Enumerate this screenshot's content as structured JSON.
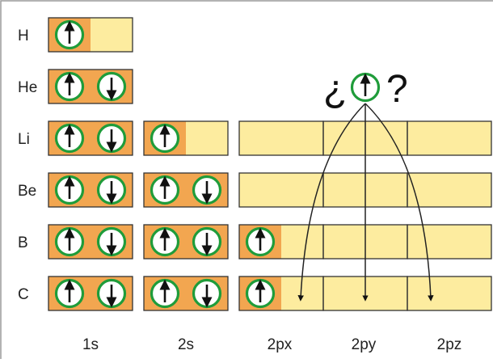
{
  "colors": {
    "frame": "#9a9a9a",
    "box_fill": "#fdec9f",
    "box_filled": "#f2a650",
    "box_stroke": "#333333",
    "circle_stroke": "#1f9c3a",
    "circle_fill": "#ffffff",
    "arrow": "#111111"
  },
  "question": {
    "open_mark": "¿",
    "close_mark": "?",
    "electron": "up"
  },
  "orbital_labels": [
    "1s",
    "2s",
    "2px",
    "2py",
    "2pz"
  ],
  "elements": [
    {
      "symbol": "H",
      "s1": [
        "up"
      ],
      "s2": [],
      "p": []
    },
    {
      "symbol": "He",
      "s1": [
        "up",
        "down"
      ],
      "s2": [],
      "p": []
    },
    {
      "symbol": "Li",
      "s1": [
        "up",
        "down"
      ],
      "s2": [
        "up"
      ],
      "p": []
    },
    {
      "symbol": "Be",
      "s1": [
        "up",
        "down"
      ],
      "s2": [
        "up",
        "down"
      ],
      "p": []
    },
    {
      "symbol": "B",
      "s1": [
        "up",
        "down"
      ],
      "s2": [
        "up",
        "down"
      ],
      "p": [
        "up"
      ]
    },
    {
      "symbol": "C",
      "s1": [
        "up",
        "down"
      ],
      "s2": [
        "up",
        "down"
      ],
      "p": [
        "up"
      ]
    }
  ]
}
